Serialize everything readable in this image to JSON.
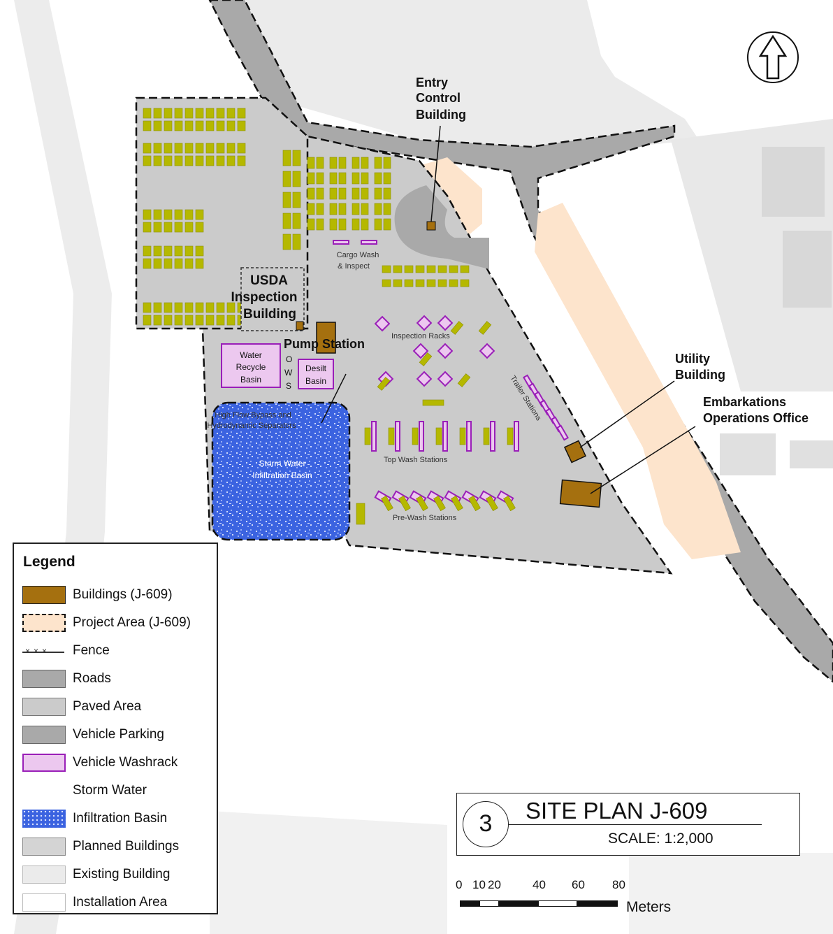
{
  "labels": {
    "entry_control": [
      "Entry",
      "Control",
      "Building"
    ],
    "usda": [
      "USDA",
      "Inspection",
      "Building"
    ],
    "pump_station": "Pump Station",
    "water_recycle": [
      "Water",
      "Recycle",
      "Basin"
    ],
    "ows": [
      "O",
      "W",
      "S"
    ],
    "desilt": [
      "Desilt",
      "Basin"
    ],
    "high_flow": [
      "High Flow Bypass and",
      "Hydrodynamic Separators"
    ],
    "storm_water": [
      "Storm Water",
      "Infiltration Basin"
    ],
    "cargo_wash": [
      "Cargo Wash",
      "& Inspect"
    ],
    "inspection_racks": "Inspection Racks",
    "trailer_stations": "Trailer Stations",
    "top_wash": "Top Wash Stations",
    "pre_wash": "Pre-Wash Stations",
    "utility": [
      "Utility",
      "Building"
    ],
    "embarkations": [
      "Embarkations",
      "Operations Office"
    ]
  },
  "legend": {
    "title": "Legend",
    "items": [
      {
        "label": "Buildings (J-609)",
        "swatch": "building"
      },
      {
        "label": "Project Area (J-609)",
        "swatch": "project"
      },
      {
        "label": "Fence",
        "swatch": "fence"
      },
      {
        "label": "Roads",
        "swatch": "roads"
      },
      {
        "label": "Paved Area",
        "swatch": "paved"
      },
      {
        "label": "Vehicle Parking",
        "swatch": "parking"
      },
      {
        "label": "Vehicle Washrack",
        "swatch": "washrack"
      },
      {
        "label": "Storm Water",
        "swatch": "none"
      },
      {
        "label": "Infiltration Basin",
        "swatch": "basin"
      },
      {
        "label": "Planned Buildings",
        "swatch": "planned"
      },
      {
        "label": "Existing Building",
        "swatch": "existing"
      },
      {
        "label": "Installation Area",
        "swatch": "installation"
      }
    ]
  },
  "title_block": {
    "number": "3",
    "title": "SITE PLAN J-609",
    "scale": "SCALE: 1:2,000"
  },
  "scale_bar": {
    "ticks": [
      "0",
      "10",
      "20",
      "40",
      "60",
      "80"
    ],
    "units": "Meters"
  },
  "colors": {
    "building": "#a5700f",
    "project_area": "#fde4cc",
    "roads": "#a9a9a9",
    "paved": "#cbcbcb",
    "parking": "#b5b800",
    "washrack_fill": "#ecc8ef",
    "washrack_stroke": "#9a1fb8",
    "basin": "#3b63e0",
    "existing": "#ebebeb",
    "planned": "#d4d4d4"
  },
  "north_arrow": "north-arrow-icon"
}
